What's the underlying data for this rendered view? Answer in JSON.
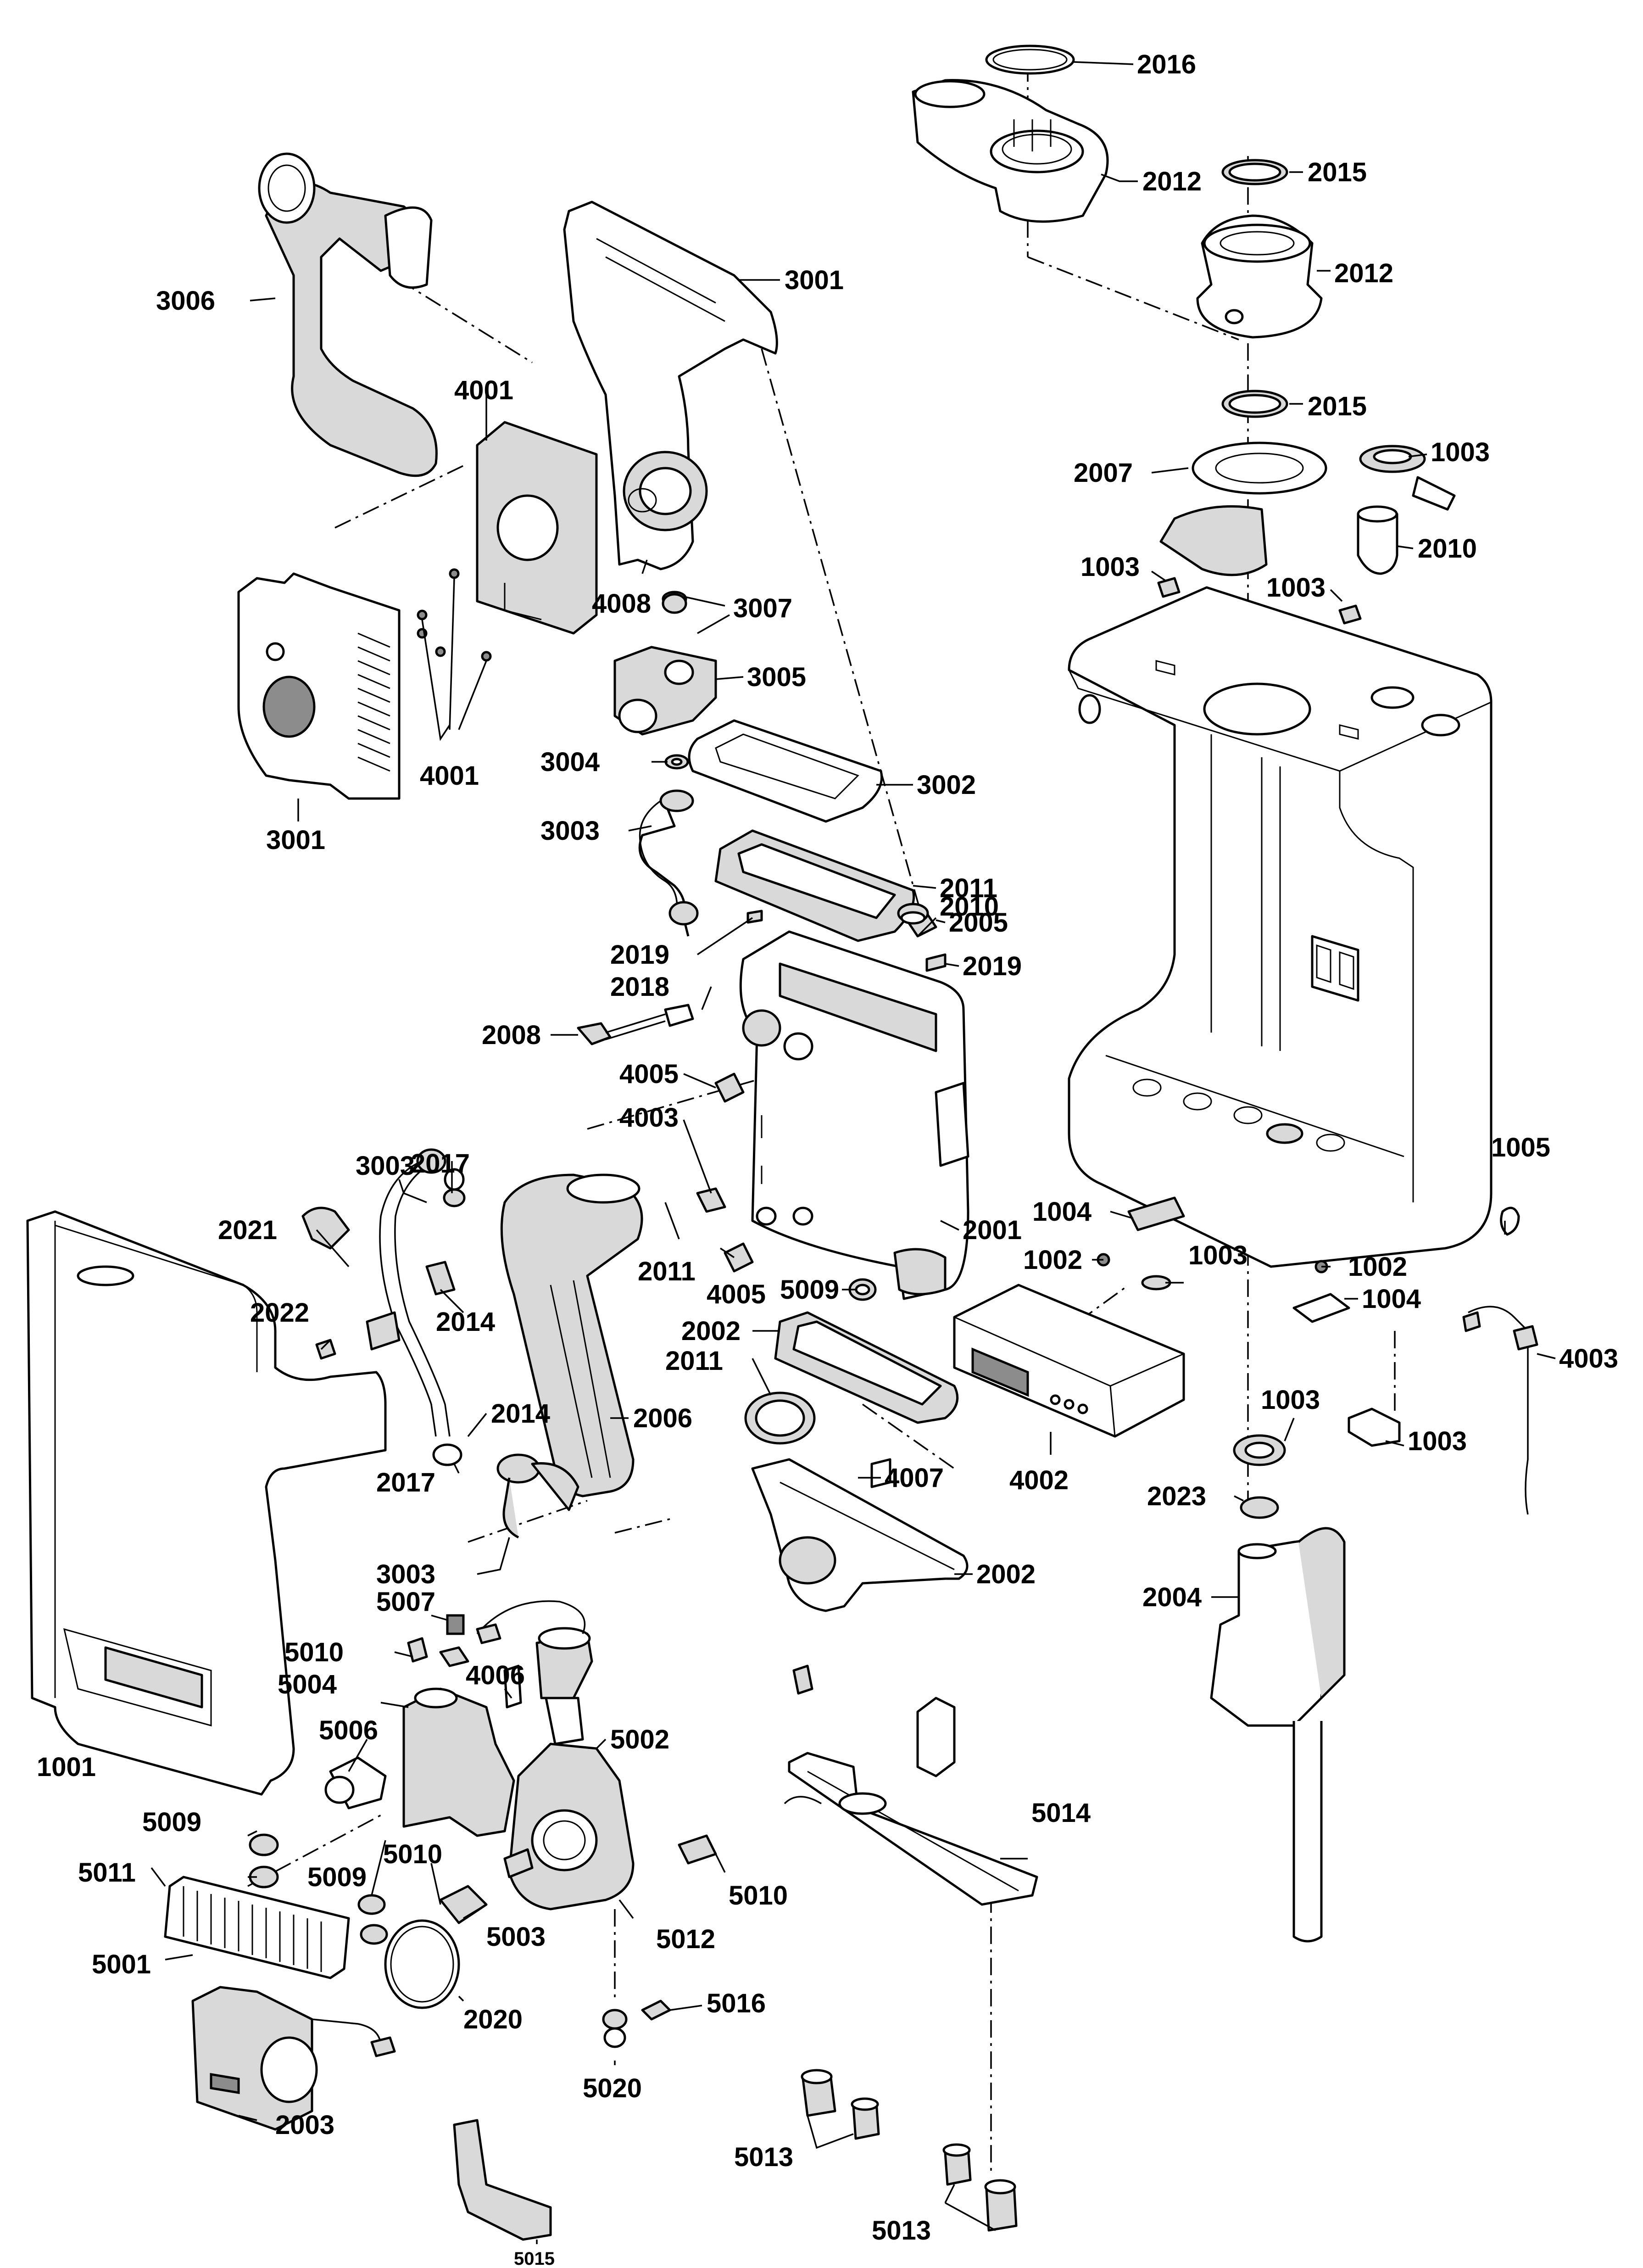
{
  "diagram": {
    "labels": [
      {
        "id": "l1",
        "text": "2016"
      },
      {
        "id": "l2",
        "text": "2012"
      },
      {
        "id": "l3",
        "text": "2015"
      },
      {
        "id": "l4",
        "text": "2012"
      },
      {
        "id": "l5",
        "text": "2015"
      },
      {
        "id": "l6",
        "text": "1003"
      },
      {
        "id": "l7",
        "text": "2007"
      },
      {
        "id": "l8",
        "text": "2010"
      },
      {
        "id": "l9",
        "text": "1003"
      },
      {
        "id": "l10",
        "text": "1003"
      },
      {
        "id": "l11",
        "text": "3006"
      },
      {
        "id": "l12",
        "text": "3001"
      },
      {
        "id": "l13",
        "text": "4001"
      },
      {
        "id": "l14",
        "text": "4008"
      },
      {
        "id": "l15",
        "text": "3007"
      },
      {
        "id": "l16",
        "text": "3005"
      },
      {
        "id": "l17",
        "text": "4001"
      },
      {
        "id": "l18",
        "text": "3004"
      },
      {
        "id": "l19",
        "text": "3002"
      },
      {
        "id": "l20",
        "text": "3001"
      },
      {
        "id": "l21",
        "text": "3003"
      },
      {
        "id": "l22",
        "text": "2011"
      },
      {
        "id": "l23",
        "text": "2010"
      },
      {
        "id": "l24",
        "text": "2005"
      },
      {
        "id": "l25",
        "text": "2019"
      },
      {
        "id": "l26",
        "text": "2019"
      },
      {
        "id": "l27",
        "text": "2018"
      },
      {
        "id": "l28",
        "text": "2008"
      },
      {
        "id": "l29",
        "text": "4005"
      },
      {
        "id": "l30",
        "text": "4003"
      },
      {
        "id": "l31",
        "text": "2017"
      },
      {
        "id": "l32",
        "text": "3003"
      },
      {
        "id": "l33",
        "text": "2021"
      },
      {
        "id": "l34",
        "text": "2014"
      },
      {
        "id": "l35",
        "text": "2011"
      },
      {
        "id": "l36",
        "text": "4005"
      },
      {
        "id": "l37",
        "text": "2001"
      },
      {
        "id": "l38",
        "text": "1002"
      },
      {
        "id": "l39",
        "text": "1004"
      },
      {
        "id": "l40",
        "text": "1005"
      },
      {
        "id": "l41",
        "text": "1003"
      },
      {
        "id": "l42",
        "text": "1002"
      },
      {
        "id": "l43",
        "text": "1004"
      },
      {
        "id": "l44",
        "text": "2022"
      },
      {
        "id": "l45",
        "text": "5009"
      },
      {
        "id": "l46",
        "text": "2002"
      },
      {
        "id": "l47",
        "text": "2011"
      },
      {
        "id": "l48",
        "text": "2006"
      },
      {
        "id": "l49",
        "text": "2014"
      },
      {
        "id": "l50",
        "text": "4003"
      },
      {
        "id": "l51",
        "text": "1003"
      },
      {
        "id": "l52",
        "text": "1003"
      },
      {
        "id": "l53",
        "text": "2017"
      },
      {
        "id": "l54",
        "text": "4007"
      },
      {
        "id": "l55",
        "text": "4002"
      },
      {
        "id": "l56",
        "text": "2023"
      },
      {
        "id": "l57",
        "text": "2002"
      },
      {
        "id": "l58",
        "text": "3003"
      },
      {
        "id": "l59",
        "text": "5007"
      },
      {
        "id": "l60",
        "text": "2004"
      },
      {
        "id": "l61",
        "text": "5010"
      },
      {
        "id": "l62",
        "text": "5004"
      },
      {
        "id": "l63",
        "text": "4006"
      },
      {
        "id": "l64",
        "text": "5006"
      },
      {
        "id": "l65",
        "text": "5002"
      },
      {
        "id": "l66",
        "text": "1001"
      },
      {
        "id": "l67",
        "text": "5014"
      },
      {
        "id": "l68",
        "text": "5009"
      },
      {
        "id": "l69",
        "text": "5010"
      },
      {
        "id": "l70",
        "text": "5011"
      },
      {
        "id": "l71",
        "text": "5009"
      },
      {
        "id": "l72",
        "text": "5010"
      },
      {
        "id": "l73",
        "text": "5003"
      },
      {
        "id": "l74",
        "text": "5012"
      },
      {
        "id": "l75",
        "text": "5001"
      },
      {
        "id": "l76",
        "text": "2020"
      },
      {
        "id": "l77",
        "text": "5016"
      },
      {
        "id": "l78",
        "text": "5020"
      },
      {
        "id": "l79",
        "text": "2003"
      },
      {
        "id": "l80",
        "text": "5013"
      },
      {
        "id": "l81",
        "text": "5013"
      },
      {
        "id": "l82",
        "text": "5015"
      }
    ]
  }
}
